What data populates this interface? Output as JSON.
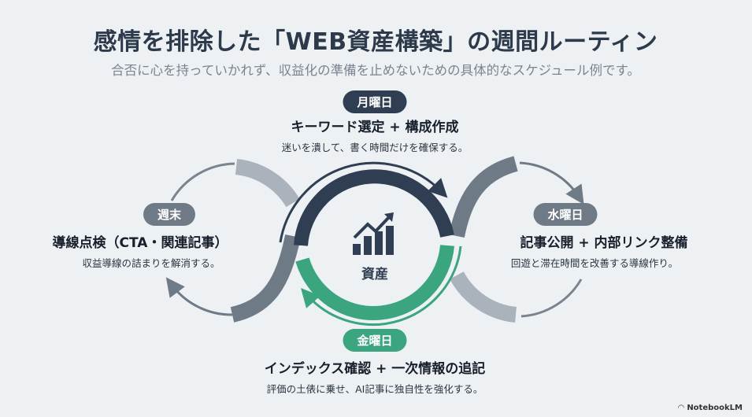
{
  "title": "感情を排除した「WEB資産構築」の週間ルーティン",
  "subtitle": "合否に心を持っていかれず、収益化の準備を止めないための具体的なスケジュール例です。",
  "center": {
    "label": "資産",
    "icon": "growth-chart-icon"
  },
  "steps": {
    "monday": {
      "day": "月曜日",
      "heading": "キーワード選定 + 構成作成",
      "desc": "迷いを潰して、書く時間だけを確保する。"
    },
    "wednesday": {
      "day": "水曜日",
      "heading": "記事公開 + 内部リンク整備",
      "desc": "回遊と滞在時間を改善する導線作り。"
    },
    "friday": {
      "day": "金曜日",
      "heading": "インデックス確認 + 一次情報の追記",
      "desc": "評価の土俵に乗せ、AI記事に独自性を強化する。"
    },
    "weekend": {
      "day": "週末",
      "heading": "導線点検（CTA・関連記事）",
      "desc": "収益導線の詰まりを解消する。"
    }
  },
  "colors": {
    "dark": "#2f3e52",
    "green": "#3aa57e",
    "grey": "#6f7a87",
    "lightgrey": "#aab2bb"
  },
  "brand": "NotebookLM"
}
